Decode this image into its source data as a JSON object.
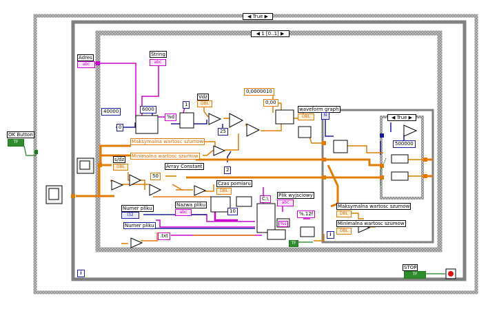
{
  "case_outer": {
    "selector": "True"
  },
  "sequence": {
    "selector": "1 [0..1]"
  },
  "case_inner": {
    "selector": "True"
  },
  "ok_button": {
    "label": "OK Button",
    "term": "TF"
  },
  "stop_button": {
    "label": "STOP",
    "term": "TF"
  },
  "iteration": "i",
  "labels": {
    "adres": "Adres",
    "string": "String",
    "vdz": "Vdz",
    "waveform_graph": "waveform graph",
    "maks_noise": "Maksymalna wartosc szumow",
    "min_noise": "Minimalna wartosc szumow",
    "array_constant": "Array Constant",
    "s_dz": "s/dz",
    "czas_pomiaru": "Czas pomiaru",
    "numer_pliku_1": "Numer pliku",
    "numer_pliku_2": "Numer pliku",
    "nazwa_pliku": "Nazwa pliku",
    "plik_wyjsciowy": "Plik wyjsciowy",
    "maks_noise_ind": "Maksymalna wartosc szumow",
    "min_noise_ind": "Minimalna wartosc szumow"
  },
  "constants": {
    "c_40000": "40000",
    "c_0": "0",
    "c_6000": "6000",
    "c_pct_d": "%d",
    "c_1": "1",
    "c_25": "25",
    "c_2": "2",
    "c_0000010": "0,0000010",
    "c_000": "0,00",
    "c_50": "50",
    "c_500000": "500000",
    "c_10": "10",
    "c_c_drive": "C:\\",
    "c_fmt": "%.12f",
    "c_txt": ".txt"
  },
  "terms": {
    "abc": "abc",
    "dbl": "DBL",
    "i32": "I32",
    "tf": "TF",
    "n": "N",
    "pct_s": "%s"
  },
  "colors": {
    "wire_orange": "#e07b00",
    "wire_pink": "#cc00cc",
    "wire_blue": "#1a1aa0",
    "wire_green": "#1c7a1c",
    "frame_gray": "#7a7a7a"
  }
}
